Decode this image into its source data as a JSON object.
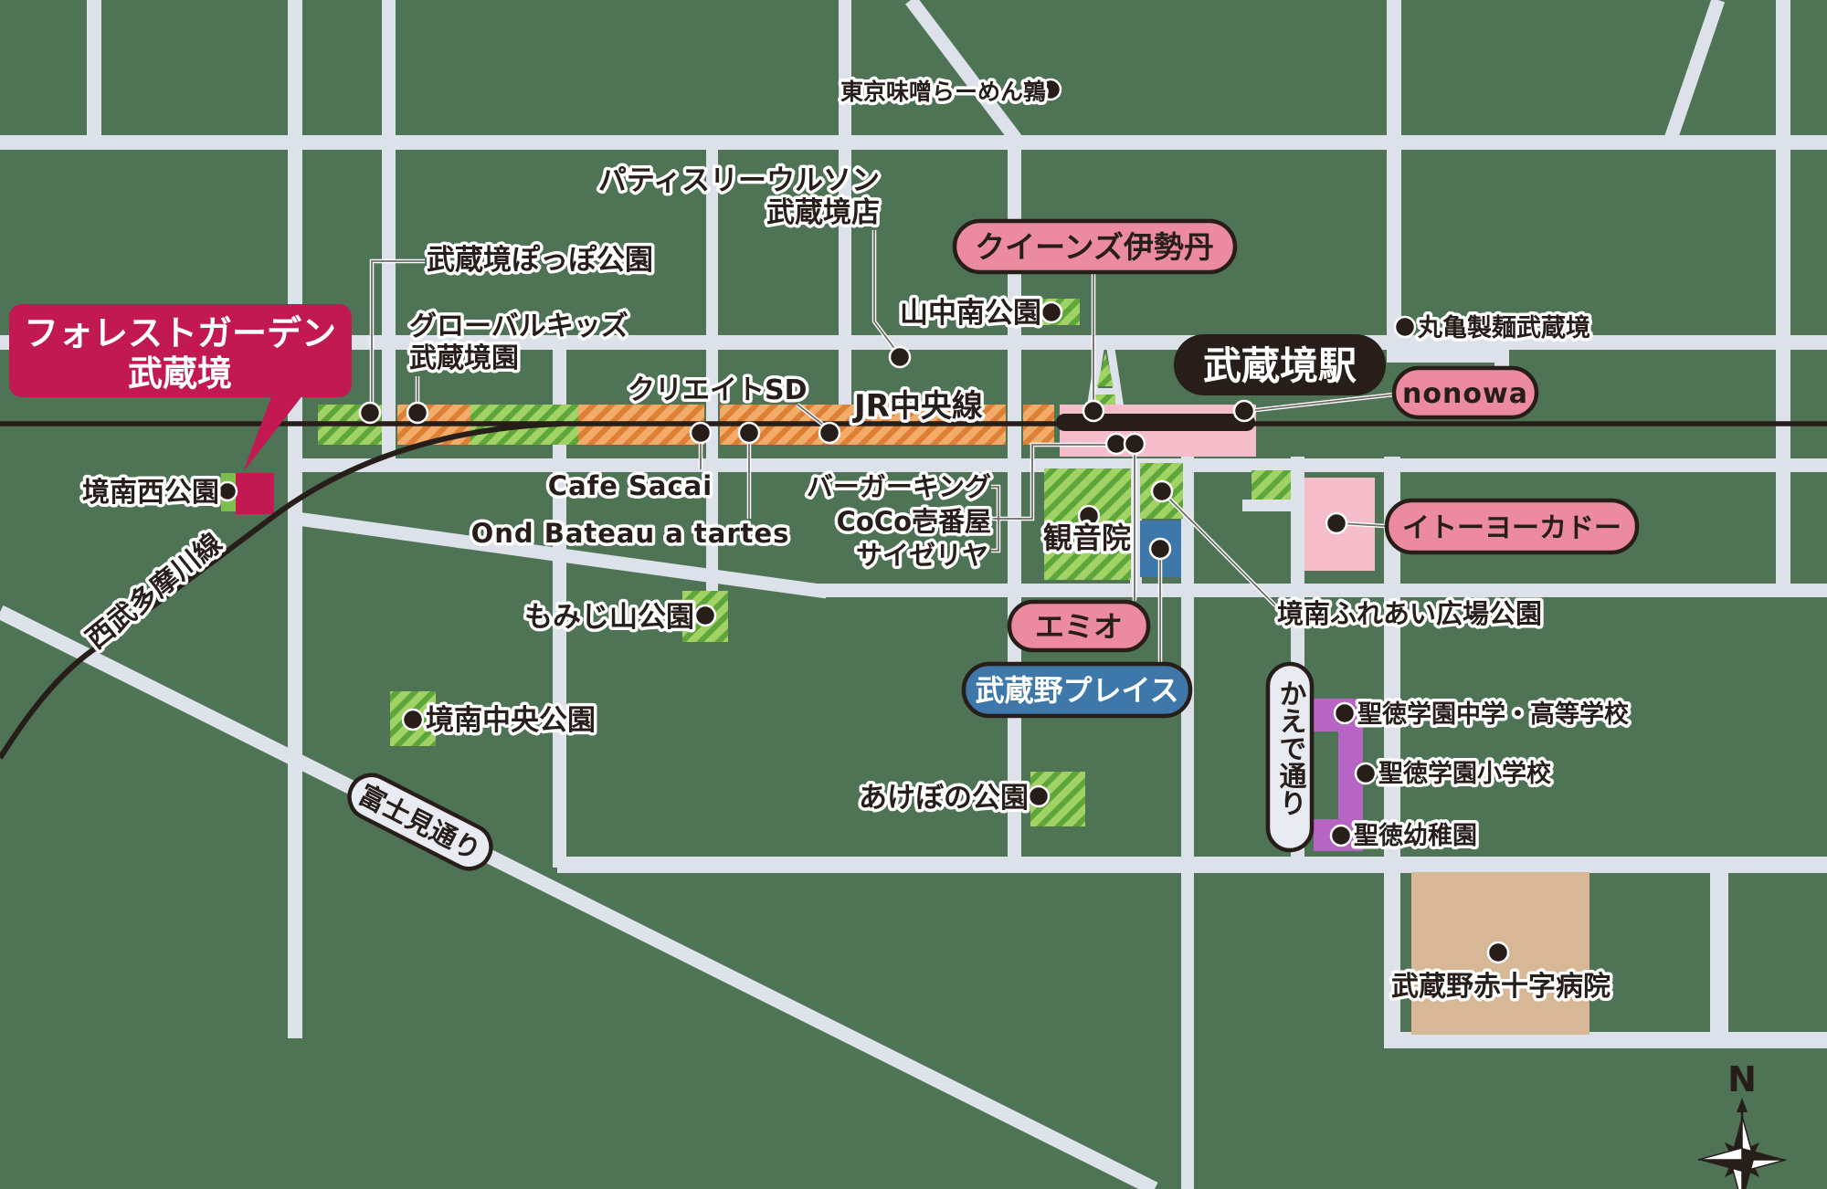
{
  "map": {
    "colors": {
      "background": "#4e7355",
      "road": "#dde2ea",
      "ink": "#271e1a",
      "rail_zone_orange_base": "#f2ab68",
      "rail_zone_orange_stripe": "#dd8035",
      "park_green_base": "#a0d264",
      "park_green_stripe": "#5ea53c",
      "park_green_solid": "#7dbf4e",
      "property_crimson": "#c31952",
      "station_pink": "#f5bcca",
      "capsule_pink": "#ec8ba0",
      "public_blue": "#3e77a9",
      "school_purple": "#b765c5",
      "hospital_tan": "#d7b795",
      "street_capsule_gray": "#e8ebf1"
    },
    "labels": {
      "tokyo_miso_ramen": "東京味噌らーめん鶉",
      "patisserie_line1": "パティスリーウルソン",
      "patisserie_line2": "武蔵境店",
      "queens_isetan": "クイーンズ伊勢丹",
      "yamanaka_minami_park": "山中南公園",
      "marugame_seimen": "丸亀製麺武蔵境",
      "musashisakai_station": "武蔵境駅",
      "nonowa": "nonowa",
      "poppo_park": "武蔵境ぽっぽ公園",
      "global_kids_line1": "グローバルキッズ",
      "global_kids_line2": "武蔵境園",
      "create_sd": "クリエイトSD",
      "jr_chuo_line": "JR中央線",
      "forest_garden_line1": "フォレストガーデン",
      "forest_garden_line2": "武蔵境",
      "kyonan_nishi_park": "境南西公園",
      "cafe_sacai": "Cafe Sacai",
      "ond_bateau": "Ond Bateau a tartes",
      "burger_king": "バーガーキング",
      "coco_ichibanya": "CoCo壱番屋",
      "saizeriya": "サイゼリヤ",
      "kannonin": "観音院",
      "emio": "エミオ",
      "musashino_place": "武蔵野プレイス",
      "ito_yokado": "イトーヨーカドー",
      "kyonan_fureai_park": "境南ふれあい広場公園",
      "momijiyama_park": "もみじ山公園",
      "kyonan_chuo_park": "境南中央公園",
      "akebono_park": "あけぼの公園",
      "seibu_tamagawa_line": "西武多摩川線",
      "fujimi_dori": "富士見通り",
      "kaede_dori": "かえで通り",
      "shotoku_junior_high": "聖徳学園中学・高等学校",
      "shotoku_elementary": "聖徳学園小学校",
      "shotoku_kindergarten": "聖徳幼稚園",
      "musashino_red_cross": "武蔵野赤十字病院",
      "compass_north": "N"
    }
  }
}
